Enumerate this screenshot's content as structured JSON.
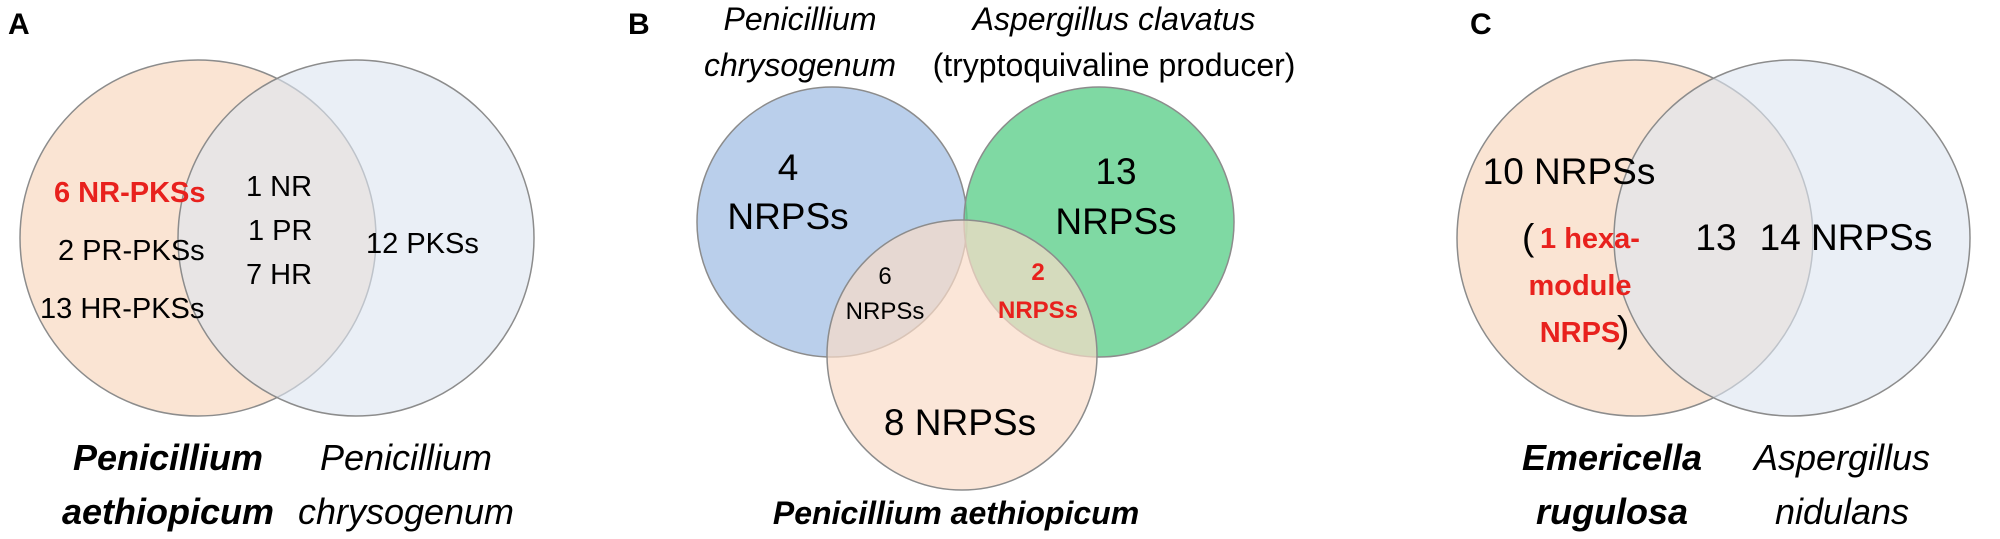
{
  "colors": {
    "peach": "#f9dcc7",
    "light_blue": "#dde5f1",
    "blue": "#a9c3e6",
    "green": "#5fcf8c",
    "highlight_red": "#e8211d",
    "outline": "#8c8c8c"
  },
  "panel_a": {
    "letter": "A",
    "left_only": {
      "line1": "6 NR-PKSs",
      "line2": "2 PR-PKSs",
      "line3": "13 HR-PKSs"
    },
    "overlap": {
      "line1": "1 NR",
      "line2": "1 PR",
      "line3": "7 HR"
    },
    "right_only": "12 PKSs",
    "left_label": {
      "line1": "Penicillium",
      "line2": "aethiopicum"
    },
    "right_label": {
      "line1": "Penicillium",
      "line2": "chrysogenum"
    }
  },
  "panel_b": {
    "letter": "B",
    "top_left_label": {
      "line1": "Penicillium",
      "line2": "chrysogenum"
    },
    "top_right_label": {
      "line1": "Aspergillus clavatus",
      "line2": "(tryptoquivaline producer)"
    },
    "blue_only": {
      "line1": "4",
      "line2": "NRPSs"
    },
    "green_only": {
      "line1": "13",
      "line2": "NRPSs"
    },
    "blue_peach": {
      "line1": "6",
      "line2": "NRPSs"
    },
    "green_peach": {
      "line1": "2",
      "line2": "NRPSs"
    },
    "peach_only": "8 NRPSs",
    "bottom_label": "Penicillium aethiopicum"
  },
  "panel_c": {
    "letter": "C",
    "left_only": "10 NRPSs",
    "left_note": {
      "open": "(",
      "line1": "1 hexa-",
      "line2": "module",
      "line3": "NRPS",
      "close": ")"
    },
    "overlap": "13",
    "right_only": "14 NRPSs",
    "left_label": {
      "line1": "Emericella",
      "line2": "rugulosa"
    },
    "right_label": {
      "line1": "Aspergillus",
      "line2": "nidulans"
    }
  }
}
